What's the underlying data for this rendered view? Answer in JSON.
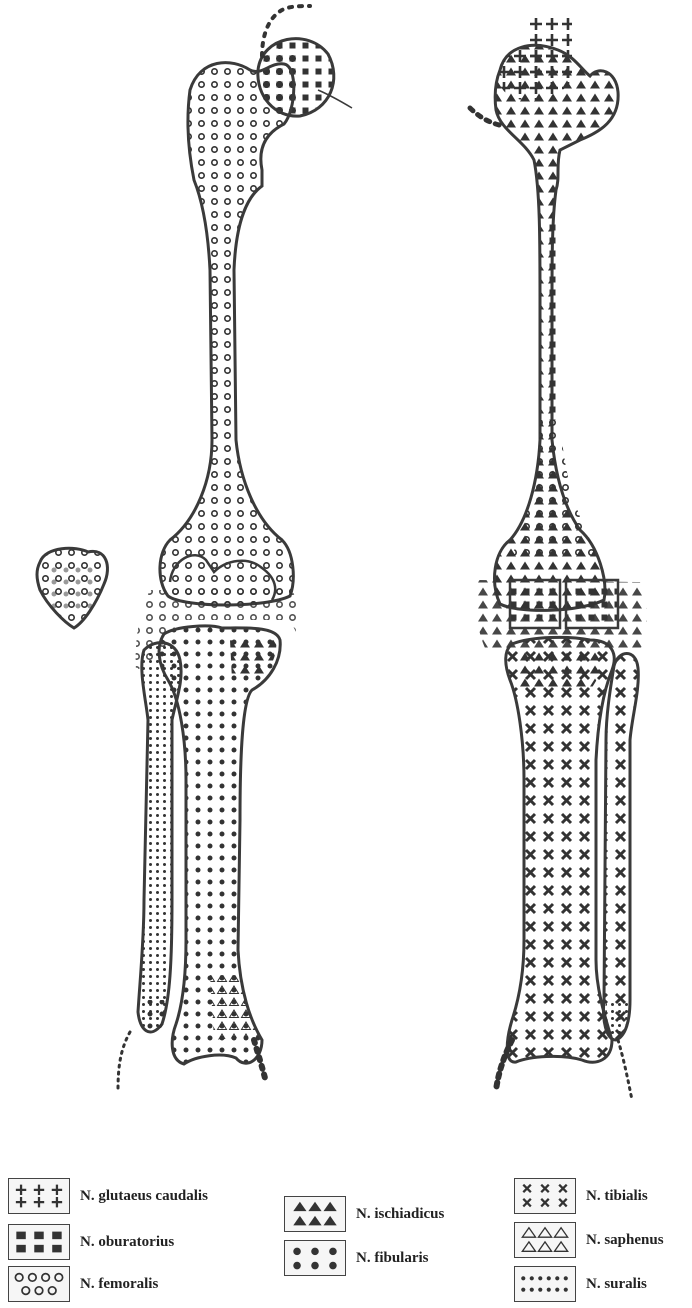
{
  "colors": {
    "outline": "#3a3a3a",
    "fill": "#f4f4f4",
    "ink": "#333333"
  },
  "legend": [
    {
      "id": "glutaeus",
      "label": "N. glutaeus caudalis",
      "pattern": "plus"
    },
    {
      "id": "oburatorius",
      "label": "N. oburatorius",
      "pattern": "square"
    },
    {
      "id": "femoralis",
      "label": "N. femoralis",
      "pattern": "circle"
    },
    {
      "id": "ischiadicus",
      "label": "N. ischiadicus",
      "pattern": "triangle"
    },
    {
      "id": "fibularis",
      "label": "N. fibularis",
      "pattern": "dot"
    },
    {
      "id": "tibialis",
      "label": "N. tibialis",
      "pattern": "cross"
    },
    {
      "id": "saphenus",
      "label": "N. saphenus",
      "pattern": "triangle-open"
    },
    {
      "id": "suralis",
      "label": "N. suralis",
      "pattern": "small-dot"
    }
  ]
}
